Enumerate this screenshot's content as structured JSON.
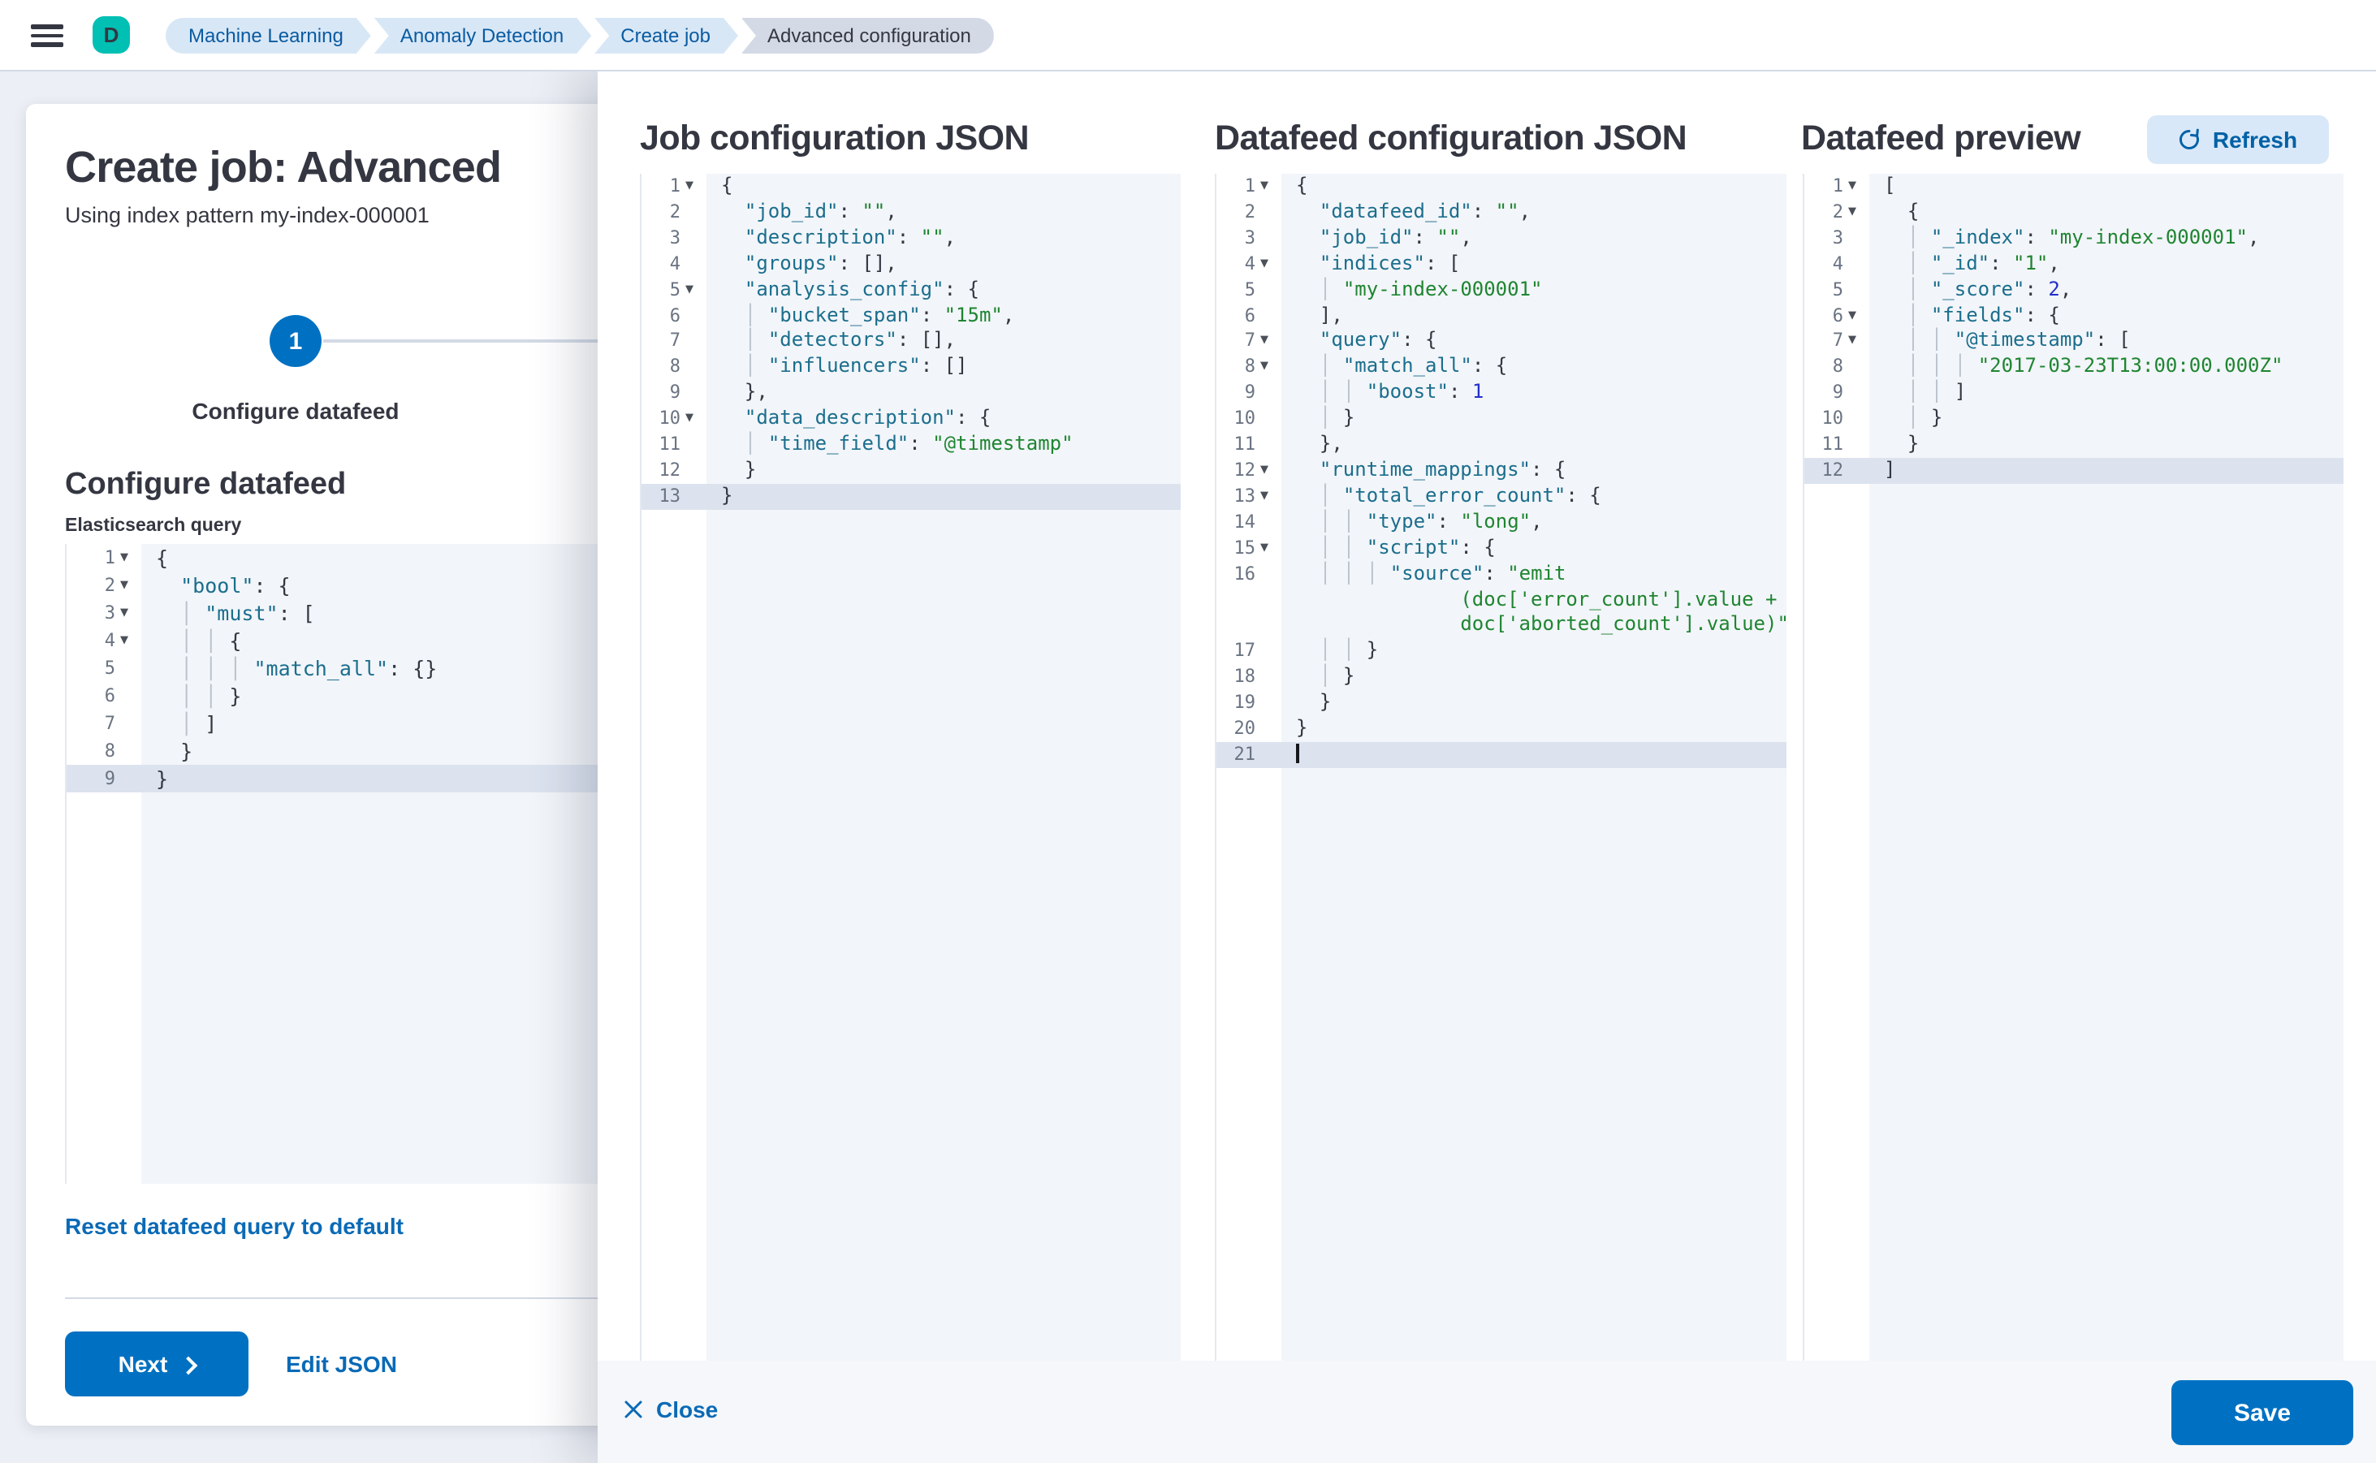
{
  "header": {
    "avatar": "D",
    "breadcrumbs": [
      {
        "label": "Machine Learning",
        "style": "blue"
      },
      {
        "label": "Anomaly Detection",
        "style": "blue"
      },
      {
        "label": "Create job",
        "style": "blue"
      },
      {
        "label": "Advanced configuration",
        "style": "gray"
      }
    ]
  },
  "left_panel": {
    "title": "Create job: Advanced",
    "subtitle": "Using index pattern my-index-000001",
    "step_number": "1",
    "step_label": "Configure datafeed",
    "section_heading": "Configure datafeed",
    "query_label": "Elasticsearch query",
    "reset_link": "Reset datafeed query to default",
    "next_button": "Next",
    "edit_json_link": "Edit JSON"
  },
  "flyout": {
    "job_title": "Job configuration JSON",
    "datafeed_title": "Datafeed configuration JSON",
    "preview_title": "Datafeed preview",
    "refresh_button": "Refresh",
    "close_button": "Close",
    "save_button": "Save"
  },
  "colors": {
    "accent_blue": "#0071c2",
    "link_blue": "#0a6ab6",
    "avatar_teal": "#00bfb3",
    "breadcrumb_blue_bg": "#d8e7f6",
    "breadcrumb_gray_bg": "#d3dae6",
    "code_key": "#1b6e8d",
    "code_string": "#1f8531",
    "code_number": "#2230cb",
    "active_line_bg": "#dce3ef"
  },
  "editors": {
    "es_query": {
      "lines": [
        {
          "n": "1",
          "t": "{",
          "fold": true
        },
        {
          "n": "2",
          "t": "  \"bool\": {",
          "fold": true
        },
        {
          "n": "3",
          "t": "  │ \"must\": [",
          "fold": true
        },
        {
          "n": "4",
          "t": "  │ │ {",
          "fold": true
        },
        {
          "n": "5",
          "t": "  │ │ │ \"match_all\": {}"
        },
        {
          "n": "6",
          "t": "  │ │ }"
        },
        {
          "n": "7",
          "t": "  │ ]"
        },
        {
          "n": "8",
          "t": "  }"
        },
        {
          "n": "9",
          "t": "}",
          "active": true
        }
      ]
    },
    "job_config": {
      "lines": [
        {
          "n": "1",
          "t": "{",
          "fold": true
        },
        {
          "n": "2",
          "t": "  \"job_id\": \"\","
        },
        {
          "n": "3",
          "t": "  \"description\": \"\","
        },
        {
          "n": "4",
          "t": "  \"groups\": [],"
        },
        {
          "n": "5",
          "t": "  \"analysis_config\": {",
          "fold": true
        },
        {
          "n": "6",
          "t": "  │ \"bucket_span\": \"15m\","
        },
        {
          "n": "7",
          "t": "  │ \"detectors\": [],"
        },
        {
          "n": "8",
          "t": "  │ \"influencers\": []"
        },
        {
          "n": "9",
          "t": "  },"
        },
        {
          "n": "10",
          "t": "  \"data_description\": {",
          "fold": true
        },
        {
          "n": "11",
          "t": "  │ \"time_field\": \"@timestamp\""
        },
        {
          "n": "12",
          "t": "  }"
        },
        {
          "n": "13",
          "t": "}",
          "active": true
        }
      ]
    },
    "datafeed_config": {
      "lines": [
        {
          "n": "1",
          "t": "{",
          "fold": true
        },
        {
          "n": "2",
          "t": "  \"datafeed_id\": \"\","
        },
        {
          "n": "3",
          "t": "  \"job_id\": \"\","
        },
        {
          "n": "4",
          "t": "  \"indices\": [",
          "fold": true
        },
        {
          "n": "5",
          "t": "  │ \"my-index-000001\""
        },
        {
          "n": "6",
          "t": "  ],"
        },
        {
          "n": "7",
          "t": "  \"query\": {",
          "fold": true
        },
        {
          "n": "8",
          "t": "  │ \"match_all\": {",
          "fold": true
        },
        {
          "n": "9",
          "t": "  │ │ \"boost\": 1"
        },
        {
          "n": "10",
          "t": "  │ }"
        },
        {
          "n": "11",
          "t": "  },"
        },
        {
          "n": "12",
          "t": "  \"runtime_mappings\": {",
          "fold": true
        },
        {
          "n": "13",
          "t": "  │ \"total_error_count\": {",
          "fold": true
        },
        {
          "n": "14",
          "t": "  │ │ \"type\": \"long\","
        },
        {
          "n": "15",
          "t": "  │ │ \"script\": {",
          "fold": true
        },
        {
          "n": "16",
          "t": "  │ │ │ \"source\": \"emit"
        },
        {
          "n": "",
          "t": "              (doc['error_count'].value +",
          "str": true
        },
        {
          "n": "",
          "t": "              doc['aborted_count'].value)\"",
          "str": true
        },
        {
          "n": "17",
          "t": "  │ │ }"
        },
        {
          "n": "18",
          "t": "  │ }"
        },
        {
          "n": "19",
          "t": "  }"
        },
        {
          "n": "20",
          "t": "}"
        },
        {
          "n": "21",
          "t": "",
          "active": true,
          "cursor": true
        }
      ]
    },
    "preview": {
      "lines": [
        {
          "n": "1",
          "t": "[",
          "fold": true
        },
        {
          "n": "2",
          "t": "  {",
          "fold": true
        },
        {
          "n": "3",
          "t": "  │ \"_index\": \"my-index-000001\","
        },
        {
          "n": "4",
          "t": "  │ \"_id\": \"1\","
        },
        {
          "n": "5",
          "t": "  │ \"_score\": 2,"
        },
        {
          "n": "6",
          "t": "  │ \"fields\": {",
          "fold": true
        },
        {
          "n": "7",
          "t": "  │ │ \"@timestamp\": [",
          "fold": true
        },
        {
          "n": "8",
          "t": "  │ │ │ \"2017-03-23T13:00:00.000Z\""
        },
        {
          "n": "9",
          "t": "  │ │ ]"
        },
        {
          "n": "10",
          "t": "  │ }"
        },
        {
          "n": "11",
          "t": "  }"
        },
        {
          "n": "12",
          "t": "]",
          "active": true
        }
      ]
    }
  }
}
